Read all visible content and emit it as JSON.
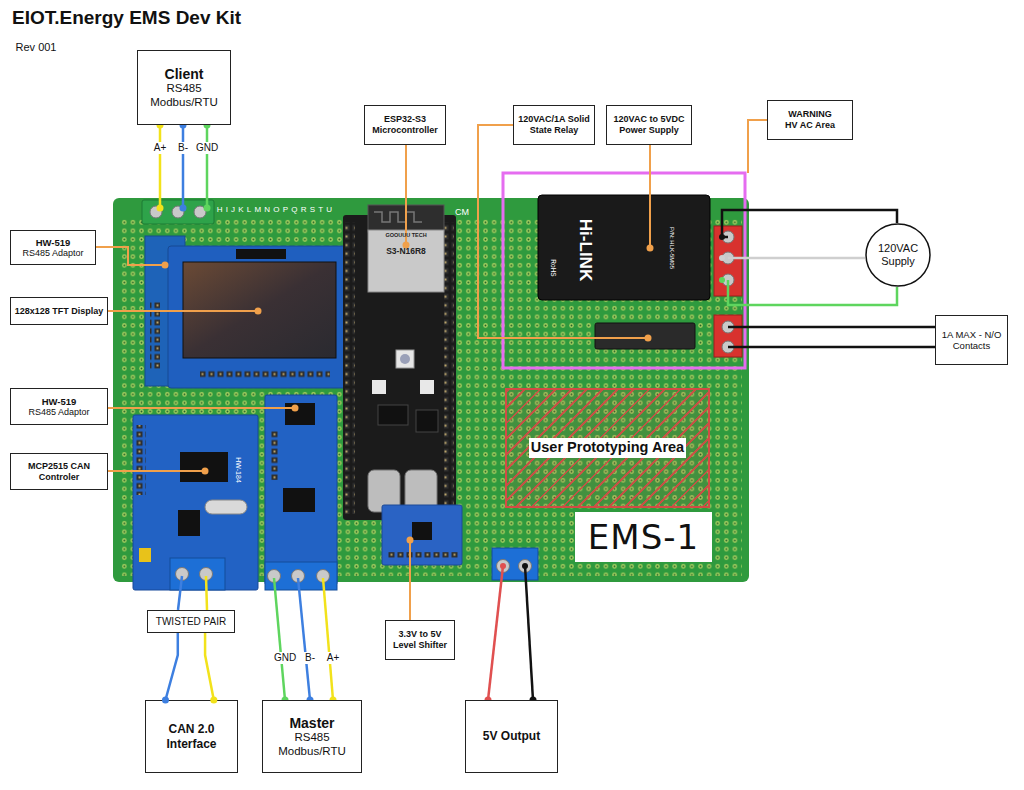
{
  "diagram": {
    "title": "EIOT.Energy EMS Dev Kit",
    "nodes": [
      {
        "text": [
          "Client",
          "RS485 Modbus/RTU"
        ]
      },
      {
        "text": [
          "ESP32-S3 Microcontroller"
        ]
      },
      {
        "text": [
          "120VAC/1A Solid State Relay"
        ]
      },
      {
        "text": [
          "120VAC to 5VDC Power Supply"
        ]
      },
      {
        "text": [
          "WARNING HV AC Area"
        ]
      },
      {
        "text": [
          "HW-519",
          "RS485 Adaptor"
        ]
      },
      {
        "text": [
          "120VAC Supply"
        ]
      },
      {
        "text": [
          "128x128 TFT Display"
        ]
      },
      {
        "text": [
          "1A MAX - N/O Contacts"
        ]
      },
      {
        "text": [
          "HW-519",
          "RS485 Adaptor"
        ]
      },
      {
        "text": [
          "User Prototyping Area"
        ]
      },
      {
        "text": [
          "MCP2515 CAN Controler"
        ]
      },
      {
        "text": [
          "EMS-1"
        ]
      },
      {
        "text": [
          "TWISTED PAIR"
        ]
      },
      {
        "text": [
          "3.3V to 5V Level Shifter"
        ]
      },
      {
        "text": [
          "CAN 2.0 Interface"
        ]
      },
      {
        "text": [
          "Master",
          "RS485 Modbus/RTU"
        ]
      },
      {
        "text": [
          "5V Output"
        ]
      }
    ],
    "edges": [
      {
        "from": 13,
        "to": 15,
        "arrow": "none"
      }
    ],
    "labels": [
      "Rev 001",
      "A+",
      "B-",
      "GND",
      "GND",
      "B-",
      "A+",
      "HIJKLMNOPQRSTU",
      "CM",
      "GOOUUU TECH",
      "S3-N16R8",
      "Hi-LINK",
      "P/N: HLK-5M05",
      "RoHS",
      "HW-184"
    ]
  }
}
